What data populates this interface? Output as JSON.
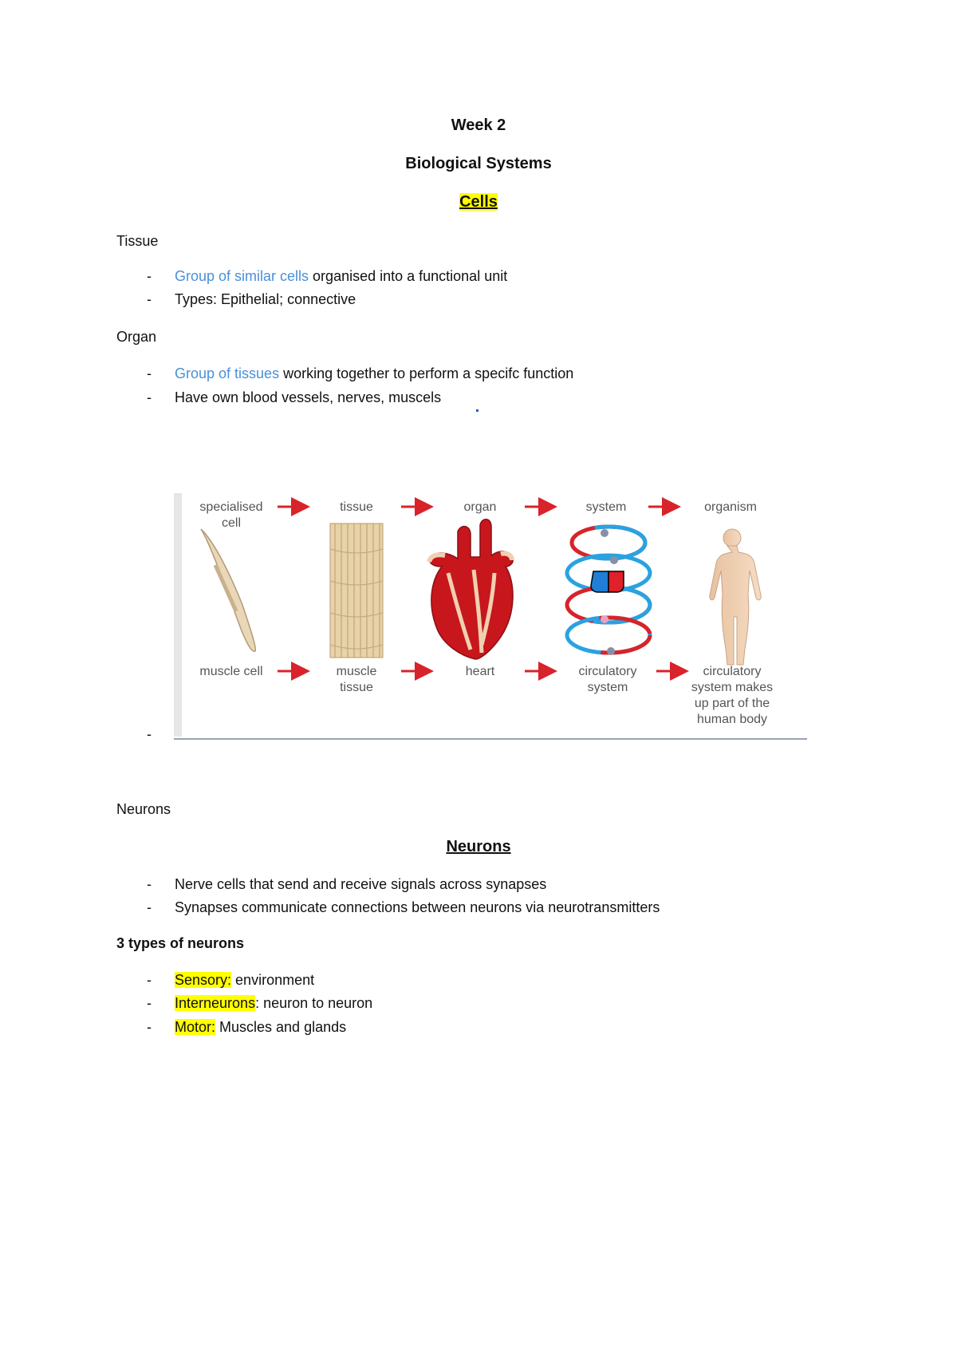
{
  "title": "Week 2",
  "subtitle": "Biological Systems",
  "section_cells": "Cells",
  "tissue": {
    "heading": "Tissue",
    "bullet1_highlight": "Group of similar cells",
    "bullet1_rest": " organised into a functional unit",
    "bullet2": "Types: Epithelial; connective"
  },
  "organ": {
    "heading": "Organ",
    "bullet1_highlight": "Group of tissues",
    "bullet1_rest": " working together to perform a specifc function",
    "bullet2": "Have own blood vessels, nerves, muscels"
  },
  "diagram": {
    "top_labels": [
      "specialised",
      "cell",
      "tissue",
      "organ",
      "system",
      "organism"
    ],
    "bottom_labels": {
      "cell": "muscle cell",
      "tissue_1": "muscle",
      "tissue_2": "tissue",
      "organ": "heart",
      "system_1": "circulatory",
      "system_2": "system",
      "organism_1": "circulatory",
      "organism_2": "system makes",
      "organism_3": "up part of the",
      "organism_4": "human body"
    },
    "arrow_color": "#d8232a"
  },
  "neurons_label": "Neurons",
  "neurons_heading": "Neurons",
  "neurons_bullets": [
    "Nerve cells that send and receive signals across synapses",
    "Synapses communicate connections between neurons via neurotransmitters"
  ],
  "types_heading": "3 types of neurons",
  "types": [
    {
      "term": "Sensory:",
      "desc": " environment"
    },
    {
      "term": "Interneurons",
      "desc": ": neuron to neuron"
    },
    {
      "term": "Motor:",
      "desc": " Muscles and glands"
    }
  ],
  "dash": "-",
  "highlight_color": "#ffff00"
}
